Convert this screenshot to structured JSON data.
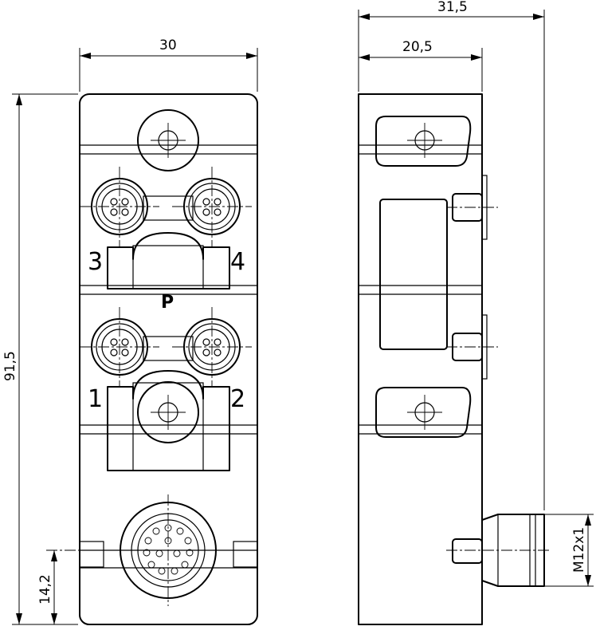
{
  "dimensions": {
    "front_width": "30",
    "total_depth": "31,5",
    "body_depth": "20,5",
    "height": "91,5",
    "connector_offset": "14,2",
    "thread": "M12x1"
  },
  "labels": {
    "port1": "1",
    "port2": "2",
    "port3": "3",
    "port4": "4",
    "parameter_port": "P"
  }
}
